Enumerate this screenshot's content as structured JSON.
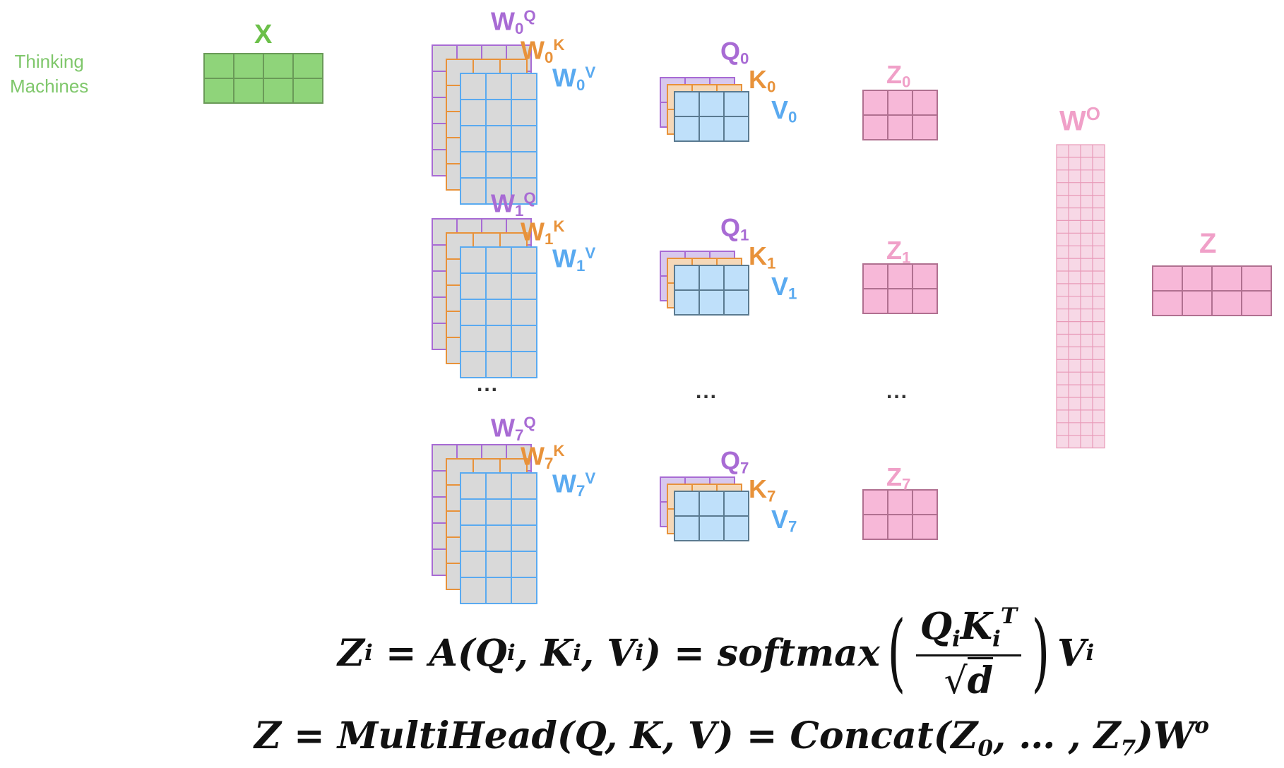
{
  "logo": {
    "line1": "Thinking",
    "line2": "Machines"
  },
  "input": {
    "label": "X"
  },
  "heads": [
    {
      "index": "0",
      "wq": "W",
      "wk": "W",
      "wv": "W",
      "q": "Q",
      "k": "K",
      "v": "V",
      "z": "Z"
    },
    {
      "index": "1",
      "wq": "W",
      "wk": "W",
      "wv": "W",
      "q": "Q",
      "k": "K",
      "v": "V",
      "z": "Z"
    },
    {
      "index": "7",
      "wq": "W",
      "wk": "W",
      "wv": "W",
      "q": "Q",
      "k": "K",
      "v": "V",
      "z": "Z"
    }
  ],
  "superscripts": {
    "q": "Q",
    "k": "K",
    "v": "V"
  },
  "ellipsis": "...",
  "wo": {
    "base": "W",
    "sup": "O"
  },
  "output": {
    "label": "Z"
  },
  "equation1": {
    "lhs": "Z",
    "lhs_sub": "i",
    "mid": "= A(Q",
    "q_sub": "i",
    "comma1": ", K",
    "k_sub": "i",
    "comma2": ", V",
    "v_sub": "i",
    "mid2": ") = softmax",
    "num_q": "Q",
    "num_q_sub": "i",
    "num_k": "K",
    "num_k_sub": "i",
    "num_sup": "T",
    "den_sqrt": "√",
    "den": "d",
    "tail": "V",
    "tail_sub": "i"
  },
  "equation2": {
    "text1": "Z = MultiHead(Q, K, V) = Concat(Z",
    "s0": "0",
    "text2": ", … , Z",
    "s7": "7",
    "text3": ")W",
    "sup": "o"
  },
  "colors": {
    "green": "#6cc04a",
    "purple": "#a86bd4",
    "orange": "#e8923a",
    "blue": "#5aaaf0",
    "pink": "#f0a0c8",
    "gray_cell": "#d9d9d9"
  }
}
